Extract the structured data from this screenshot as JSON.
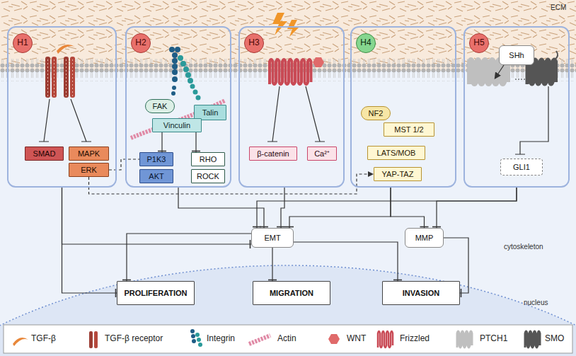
{
  "diagram": {
    "nodes": [
      {
        "text": [
          "H1"
        ]
      },
      {
        "text": [
          "SMAD"
        ],
        "in": 0
      },
      {
        "text": [
          "MAPK"
        ],
        "in": 0
      },
      {
        "text": [
          "ERK"
        ],
        "in": 0
      },
      {
        "text": [
          "H2"
        ]
      },
      {
        "text": [
          "FAK"
        ],
        "in": 4
      },
      {
        "text": [
          "Talin"
        ],
        "in": 4
      },
      {
        "text": [
          "Vinculin"
        ],
        "in": 4
      },
      {
        "text": [
          "P1K3"
        ],
        "in": 4
      },
      {
        "text": [
          "AKT"
        ],
        "in": 4
      },
      {
        "text": [
          "RHO"
        ],
        "in": 4
      },
      {
        "text": [
          "ROCK"
        ],
        "in": 4
      },
      {
        "text": [
          "H3"
        ]
      },
      {
        "text": [
          "β-catenin"
        ],
        "in": 12
      },
      {
        "text": [
          "Ca²⁺"
        ],
        "in": 12
      },
      {
        "text": [
          "H4"
        ]
      },
      {
        "text": [
          "NF2"
        ],
        "in": 15
      },
      {
        "text": [
          "MST 1/2"
        ],
        "in": 15
      },
      {
        "text": [
          "LATS/MOB"
        ],
        "in": 15
      },
      {
        "text": [
          "YAP-TAZ"
        ],
        "in": 15
      },
      {
        "text": [
          "H5"
        ]
      },
      {
        "text": [
          "SHh"
        ],
        "in": 20
      },
      {
        "text": [
          "GLI1"
        ],
        "in": 20
      },
      {
        "text": [
          "EMT"
        ]
      },
      {
        "text": [
          "MMP"
        ]
      },
      {
        "text": [
          "PROLIFERATION"
        ]
      },
      {
        "text": [
          "MIGRATION"
        ]
      },
      {
        "text": [
          "INVASION"
        ]
      }
    ],
    "edges": [
      {
        "from": 0,
        "to": 25,
        "arrow": "to"
      },
      {
        "from": 0,
        "to": 23,
        "arrow": "to"
      },
      {
        "from": 3,
        "to": 8,
        "arrow": "none"
      },
      {
        "from": 3,
        "to": 19,
        "arrow": "to"
      },
      {
        "from": 7,
        "to": 8,
        "arrow": "to"
      },
      {
        "from": 7,
        "to": 10,
        "arrow": "to"
      },
      {
        "from": 4,
        "to": 23,
        "arrow": "to"
      },
      {
        "from": 12,
        "to": 23,
        "arrow": "to"
      },
      {
        "from": 15,
        "to": 23,
        "arrow": "to"
      },
      {
        "from": 15,
        "to": 24,
        "arrow": "to"
      },
      {
        "from": 20,
        "to": 23,
        "arrow": "to"
      },
      {
        "from": 20,
        "to": 24,
        "arrow": "to"
      },
      {
        "from": 23,
        "to": 25,
        "arrow": "to"
      },
      {
        "from": 23,
        "to": 26,
        "arrow": "to"
      },
      {
        "from": 23,
        "to": 27,
        "arrow": "to"
      },
      {
        "from": 24,
        "to": 27,
        "arrow": "to"
      }
    ],
    "labels": [
      "ECM",
      "cytoskeleton",
      "nucleus"
    ],
    "legend": [
      {
        "text": "TGF-β"
      },
      {
        "text": "TGF-β receptor"
      },
      {
        "text": "Integrin"
      },
      {
        "text": "Actin"
      },
      {
        "text": "WNT"
      },
      {
        "text": "Frizzled"
      },
      {
        "text": "PTCH1"
      },
      {
        "text": "SMO"
      }
    ]
  }
}
